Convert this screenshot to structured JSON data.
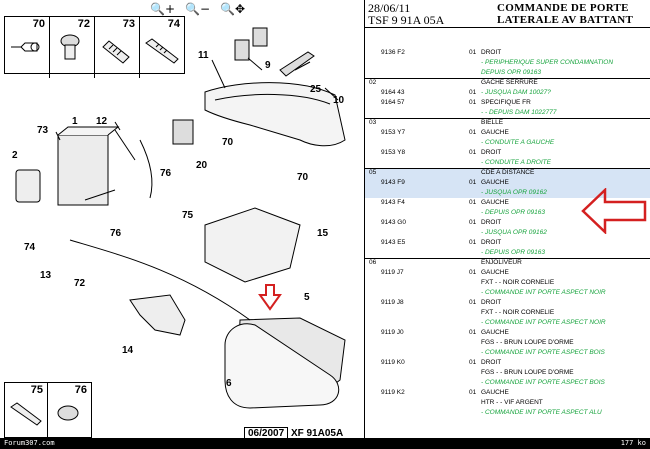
{
  "diagram": {
    "zoom_tools": [
      "🔍+",
      "🔍−",
      "🔍✥"
    ],
    "top_parts": [
      "70",
      "72",
      "73",
      "74"
    ],
    "bottom_parts": [
      "75",
      "76"
    ],
    "callouts": [
      "11",
      "9",
      "25",
      "10",
      "12",
      "1",
      "73",
      "2",
      "76",
      "20",
      "70",
      "70",
      "75",
      "15",
      "74",
      "76",
      "13",
      "72",
      "5",
      "14",
      "6"
    ],
    "edition": "06/2007",
    "code": "XF 91A05A"
  },
  "footer": {
    "left": "Forum307.com",
    "right": "177 ko"
  },
  "header": {
    "date": "28/06/11",
    "ref": "TSF 9 91A 05A",
    "title_line1": "COMMANDE DE PORTE",
    "title_line2": "LATERALE AV BATTANT"
  },
  "rows": [
    {
      "grp": "",
      "pn": "9136 F2",
      "qty": "01",
      "desc": "DROIT",
      "note": false,
      "hl": false
    },
    {
      "grp": "",
      "pn": "",
      "qty": "",
      "desc": "- PERIPHERIQUE SUPER CONDAMNATION",
      "note": true,
      "hl": false
    },
    {
      "grp": "",
      "pn": "",
      "qty": "",
      "desc": "DEPUIS OPR 09163",
      "note": true,
      "hl": false
    },
    {
      "grp": "02",
      "pn": "",
      "qty": "",
      "desc": "GACHE SERRURE",
      "note": false,
      "hl": false
    },
    {
      "grp": "",
      "pn": "9164 43",
      "qty": "01",
      "desc": "- JUSQUA DAM 10027?",
      "note": true,
      "hl": false
    },
    {
      "grp": "",
      "pn": "9164 57",
      "qty": "01",
      "desc": "SPECIFIQUE FR",
      "note": false,
      "hl": false
    },
    {
      "grp": "",
      "pn": "",
      "qty": "",
      "desc": "- - DEPUIS DAM 1022777",
      "note": true,
      "hl": false
    },
    {
      "grp": "03",
      "pn": "",
      "qty": "",
      "desc": "BIELLE",
      "note": false,
      "hl": false
    },
    {
      "grp": "",
      "pn": "9153 Y7",
      "qty": "01",
      "desc": "GAUCHE",
      "note": false,
      "hl": false
    },
    {
      "grp": "",
      "pn": "",
      "qty": "",
      "desc": "- CONDUITE A GAUCHE",
      "note": true,
      "hl": false
    },
    {
      "grp": "",
      "pn": "9153 Y8",
      "qty": "01",
      "desc": "DROIT",
      "note": false,
      "hl": false
    },
    {
      "grp": "",
      "pn": "",
      "qty": "",
      "desc": "- CONDUITE A DROITE",
      "note": true,
      "hl": false
    },
    {
      "grp": "05",
      "pn": "",
      "qty": "",
      "desc": "CDE A DISTANCE",
      "note": false,
      "hl": true
    },
    {
      "grp": "",
      "pn": "9143 F9",
      "qty": "01",
      "desc": "GAUCHE",
      "note": false,
      "hl": true
    },
    {
      "grp": "",
      "pn": "",
      "qty": "",
      "desc": "- JUSQUA OPR 09162",
      "note": true,
      "hl": true
    },
    {
      "grp": "",
      "pn": "9143 F4",
      "qty": "01",
      "desc": "GAUCHE",
      "note": false,
      "hl": false
    },
    {
      "grp": "",
      "pn": "",
      "qty": "",
      "desc": "- DEPUIS OPR 09163",
      "note": true,
      "hl": false
    },
    {
      "grp": "",
      "pn": "9143 G0",
      "qty": "01",
      "desc": "DROIT",
      "note": false,
      "hl": false
    },
    {
      "grp": "",
      "pn": "",
      "qty": "",
      "desc": "- JUSQUA OPR 09162",
      "note": true,
      "hl": false
    },
    {
      "grp": "",
      "pn": "9143 E5",
      "qty": "01",
      "desc": "DROIT",
      "note": false,
      "hl": false
    },
    {
      "grp": "",
      "pn": "",
      "qty": "",
      "desc": "- DEPUIS OPR 09163",
      "note": true,
      "hl": false
    },
    {
      "grp": "06",
      "pn": "",
      "qty": "",
      "desc": "ENJOLIVEUR",
      "note": false,
      "hl": false
    },
    {
      "grp": "",
      "pn": "9119 J7",
      "qty": "01",
      "desc": "GAUCHE",
      "note": false,
      "hl": false
    },
    {
      "grp": "",
      "pn": "",
      "qty": "",
      "desc": "FXT - - NOIR CORNELIE",
      "note": false,
      "hl": false
    },
    {
      "grp": "",
      "pn": "",
      "qty": "",
      "desc": "- COMMANDE INT PORTE ASPECT NOIR",
      "note": true,
      "hl": false
    },
    {
      "grp": "",
      "pn": "9119 J8",
      "qty": "01",
      "desc": "DROIT",
      "note": false,
      "hl": false
    },
    {
      "grp": "",
      "pn": "",
      "qty": "",
      "desc": "FXT - - NOIR CORNELIE",
      "note": false,
      "hl": false
    },
    {
      "grp": "",
      "pn": "",
      "qty": "",
      "desc": "- COMMANDE INT PORTE ASPECT NOIR",
      "note": true,
      "hl": false
    },
    {
      "grp": "",
      "pn": "9119 J0",
      "qty": "01",
      "desc": "GAUCHE",
      "note": false,
      "hl": false
    },
    {
      "grp": "",
      "pn": "",
      "qty": "",
      "desc": "FGS - - BRUN LOUPE D'ORME",
      "note": false,
      "hl": false
    },
    {
      "grp": "",
      "pn": "",
      "qty": "",
      "desc": "- COMMANDE INT PORTE ASPECT BOIS",
      "note": true,
      "hl": false
    },
    {
      "grp": "",
      "pn": "9119 K0",
      "qty": "01",
      "desc": "DROIT",
      "note": false,
      "hl": false
    },
    {
      "grp": "",
      "pn": "",
      "qty": "",
      "desc": "FGS - - BRUN LOUPE D'ORME",
      "note": false,
      "hl": false
    },
    {
      "grp": "",
      "pn": "",
      "qty": "",
      "desc": "- COMMANDE INT PORTE ASPECT BOIS",
      "note": true,
      "hl": false
    },
    {
      "grp": "",
      "pn": "9119 K2",
      "qty": "01",
      "desc": "GAUCHE",
      "note": false,
      "hl": false
    },
    {
      "grp": "",
      "pn": "",
      "qty": "",
      "desc": "HTR - - VIF ARGENT",
      "note": false,
      "hl": false
    },
    {
      "grp": "",
      "pn": "",
      "qty": "",
      "desc": "- COMMANDE INT PORTE ASPECT ALU",
      "note": true,
      "hl": false
    }
  ],
  "colors": {
    "note_green": "#16a33c",
    "highlight": "#d6e4f5",
    "arrow_red": "#d42020"
  }
}
